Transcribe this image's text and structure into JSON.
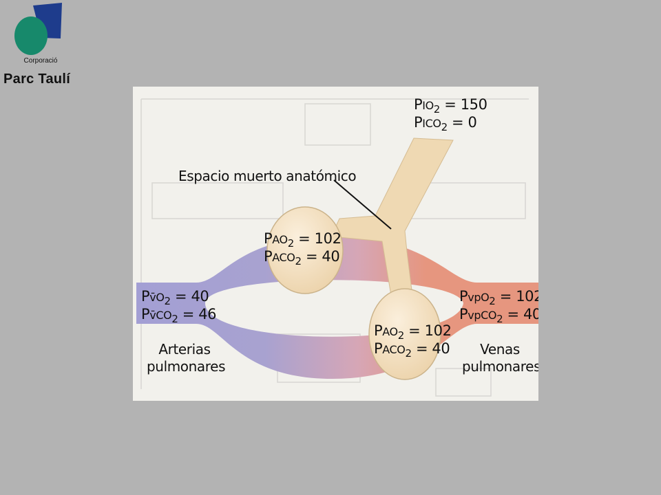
{
  "logo": {
    "small_text": "Corporació",
    "big_text": "Parc Taulí",
    "colors": {
      "blue": "#1e3c8c",
      "green": "#17896b"
    }
  },
  "diagram": {
    "inspired": {
      "p": "P",
      "i": "I",
      "o2": "O",
      "co2": "CO",
      "sub": "2",
      "o2_value": "= 150",
      "co2_value": "= 0"
    },
    "dead_space_label": "Espacio muerto anatómico",
    "alveolus_top": {
      "p": "P",
      "a": "A",
      "o2": "O",
      "co2": "CO",
      "sub": "2",
      "o2_value": "= 102",
      "co2_value": "= 40"
    },
    "alveolus_bottom": {
      "p": "P",
      "a": "A",
      "o2": "O",
      "co2": "CO",
      "sub": "2",
      "o2_value": "= 102",
      "co2_value": "= 40"
    },
    "venous": {
      "p": "P",
      "v": "v̄",
      "o2": "O",
      "co2": "CO",
      "sub": "2",
      "o2_value": "= 40",
      "co2_value": "= 46"
    },
    "pulmonary_vein": {
      "p": "P",
      "vp": "vp",
      "o2": "O",
      "co2": "CO",
      "sub": "2",
      "o2_value": "= 102",
      "co2_value": "= 40"
    },
    "arteries_label": [
      "Arterias",
      "pulmonares"
    ],
    "veins_label": [
      "Venas",
      "pulmonares"
    ],
    "colors": {
      "venous": "#a39fd4",
      "arterial": "#e6967f",
      "airway": "#efd9b3"
    }
  }
}
